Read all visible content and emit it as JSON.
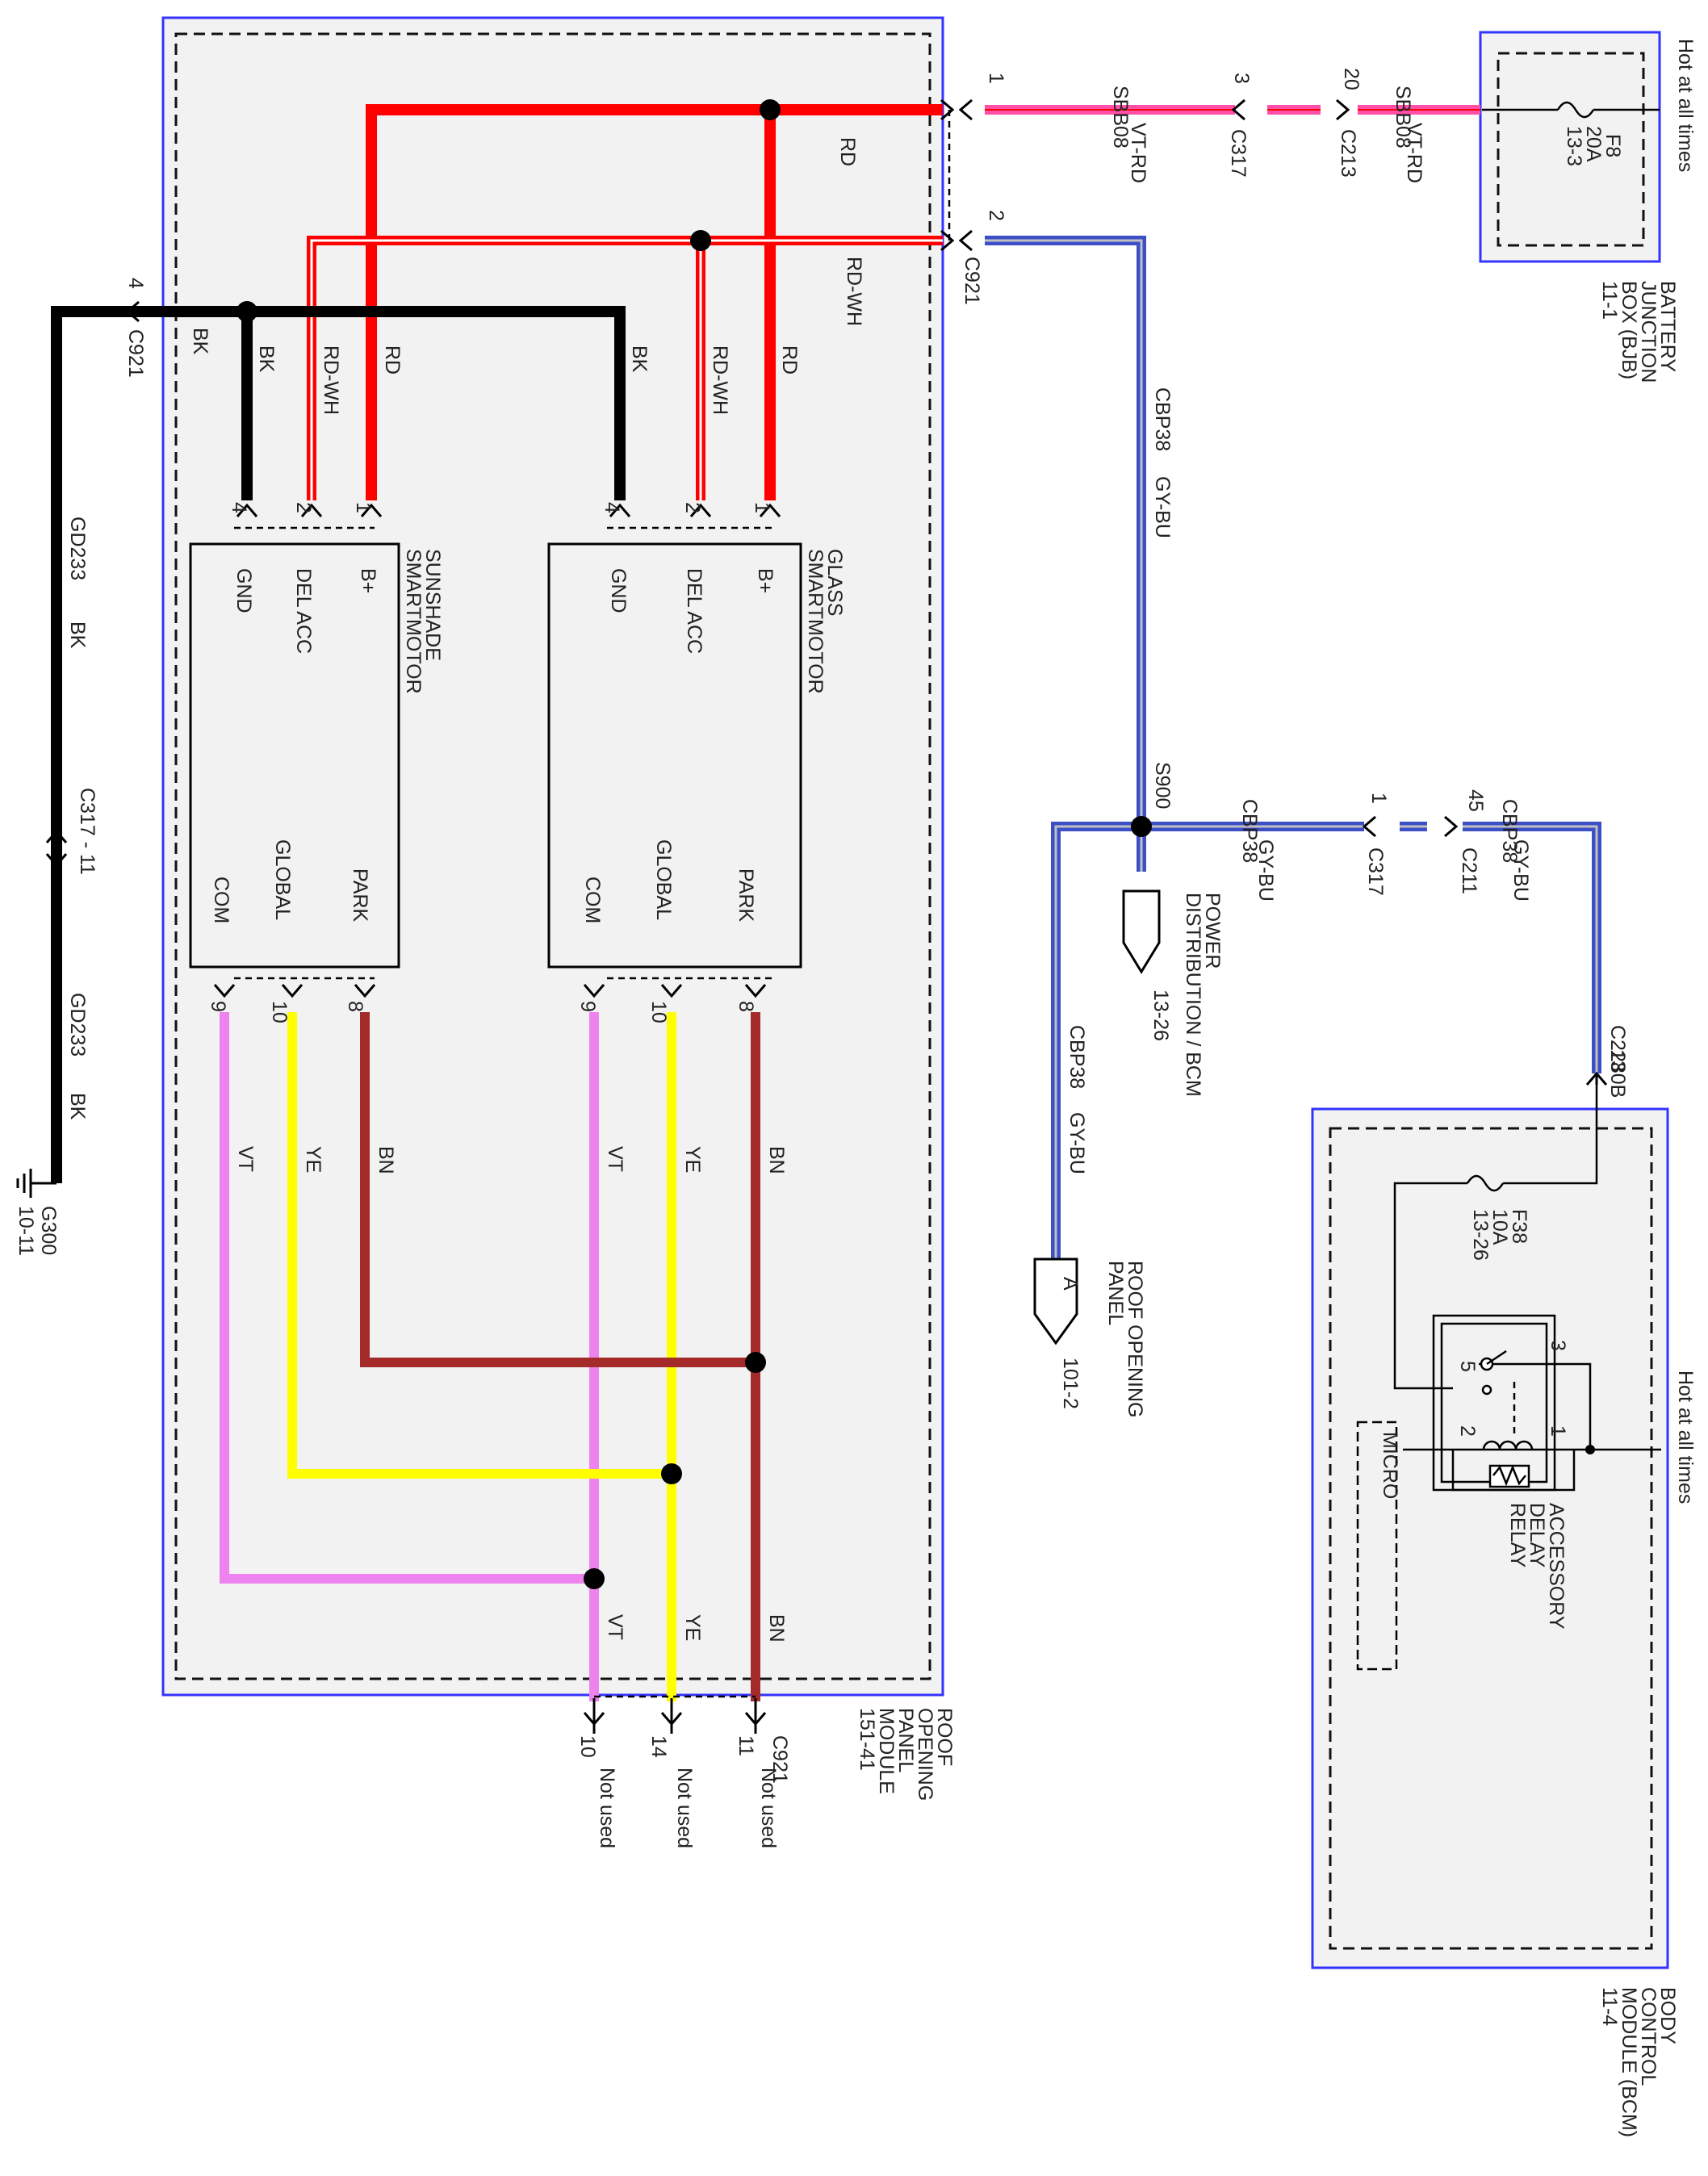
{
  "modules": {
    "roof_opening_panel_module": {
      "lines": [
        "ROOF",
        "OPENING",
        "PANEL",
        "MODULE",
        "151-41"
      ]
    },
    "battery_junction_box": {
      "lines": [
        "BATTERY",
        "JUNCTION",
        "BOX (BJB)",
        "11-1"
      ],
      "fuse": [
        "F8",
        "20A",
        "13-3"
      ],
      "feed": "Hot at all times"
    },
    "body_control_module": {
      "lines": [
        "BODY",
        "CONTROL",
        "MODULE (BCM)",
        "11-4"
      ],
      "fuse": [
        "F38",
        "10A",
        "13-26"
      ],
      "feed": "Hot at all times",
      "micro": "MICRO"
    },
    "accessory_delay_relay": {
      "lines": [
        "ACCESSORY",
        "DELAY",
        "RELAY"
      ],
      "pins": [
        "3",
        "5",
        "2",
        "1"
      ]
    },
    "sunshade_smartmotor": {
      "lines": [
        "SUNSHADE",
        "SMARTMOTOR"
      ],
      "pins_top": [
        "GND",
        "DEL ACC",
        "B+"
      ],
      "pins_bottom": [
        "COM",
        "GLOBAL",
        "PARK"
      ]
    },
    "glass_smartmotor": {
      "lines": [
        "GLASS",
        "SMARTMOTOR"
      ],
      "pins_top": [
        "GND",
        "DEL ACC",
        "B+"
      ],
      "pins_bottom": [
        "COM",
        "GLOBAL",
        "PARK"
      ]
    }
  },
  "wires": {
    "rd": "RD",
    "rd_wh": "RD-WH",
    "bk": "BK",
    "vt": "VT",
    "ye": "YE",
    "bn": "BN",
    "sbb08": "SBB08",
    "vt_rd": "VT-RD",
    "cbp38": "CBP38",
    "gy_bu": "GY-BU",
    "gd233": "GD233"
  },
  "connectors": {
    "c921": "C921",
    "c317": "C317",
    "c213": "C213",
    "c211": "C211",
    "c2280b": "C2280B",
    "c317_11": "C317 - 11",
    "s900": "S900",
    "g300": [
      "G300",
      "10-11"
    ]
  },
  "pins": {
    "top_1": "1",
    "top_3": "3",
    "top_20": "20",
    "top_2": "2",
    "top_4": "4",
    "c317_1": "1",
    "c211_45": "45",
    "c2280b_13": "13",
    "motor_4": "4",
    "motor_2": "2",
    "motor_1": "1",
    "motor_9": "9",
    "motor_10": "10",
    "motor_8": "8",
    "out_10": "10",
    "out_14": "14",
    "out_11": "11"
  },
  "destinations": {
    "power_distribution": [
      "POWER",
      "DISTRIBUTION / BCM",
      "13-26"
    ],
    "roof_opening_panel": [
      "ROOF OPENING",
      "PANEL",
      "101-2"
    ],
    "roof_pin": "A",
    "not_used": "Not used"
  },
  "colors": {
    "red": "#ff0000",
    "black": "#000000",
    "pink": "#ee82ee",
    "yellow": "#ffff00",
    "brown": "#a52a2a",
    "violet_red": "#ff4fa8",
    "gray_blue": "#3d4fc7",
    "module_border": "#3333ff",
    "module_fill": "#f2f2f2"
  }
}
